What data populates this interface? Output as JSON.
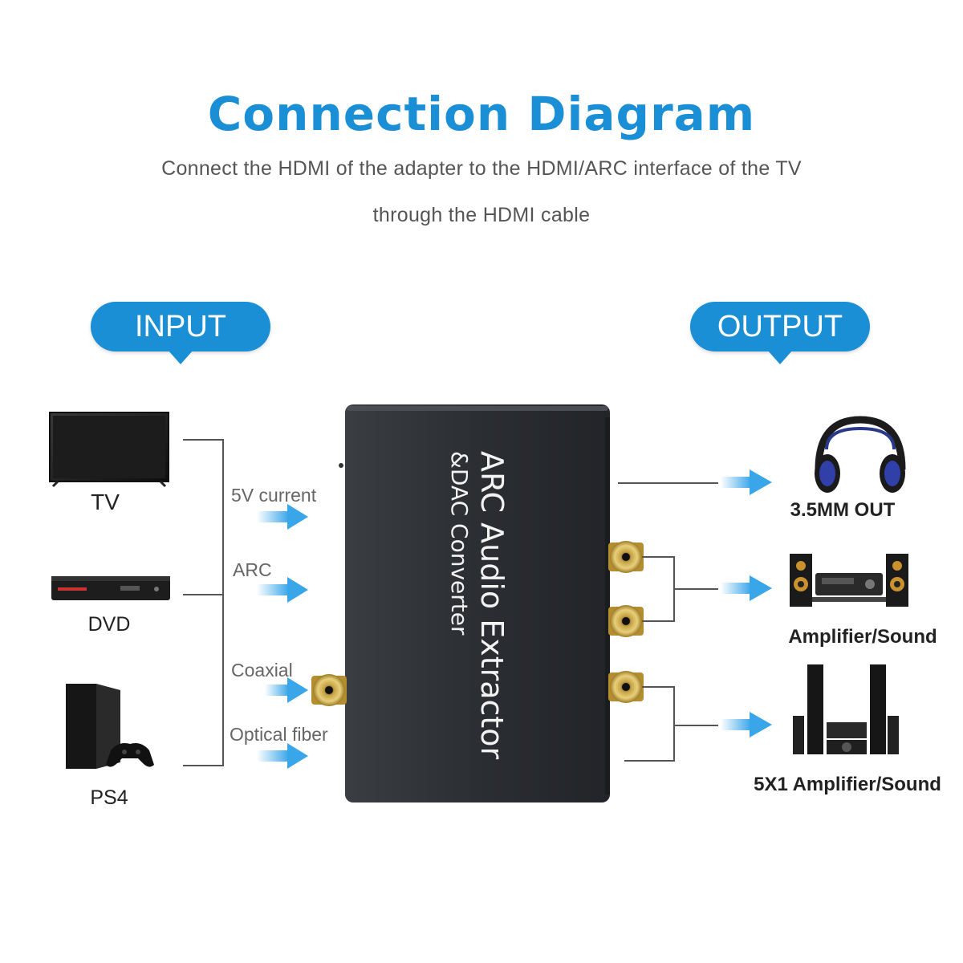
{
  "title": "Connection Diagram",
  "subtitle_line1": "Connect the HDMI of the adapter to the HDMI/ARC interface of the TV",
  "subtitle_line2": "through the HDMI cable",
  "input_badge": "INPUT",
  "output_badge": "OUTPUT",
  "inputs": {
    "tv": "TV",
    "dvd": "DVD",
    "ps4": "PS4"
  },
  "signals": {
    "power": "5V current",
    "arc": "ARC",
    "coaxial": "Coaxial",
    "optical": "Optical fiber"
  },
  "device": {
    "name_line1": "ARC Audio Extractor",
    "name_line2": "&DAC Converter"
  },
  "outputs": {
    "headphone": "3.5MM OUT",
    "amplifier": "Amplifier/Sound",
    "surround": "5X1 Amplifier/Sound"
  },
  "colors": {
    "accent": "#1a8fd6",
    "arrow": "#3aa6ea",
    "device_body": "#2b2e33"
  }
}
